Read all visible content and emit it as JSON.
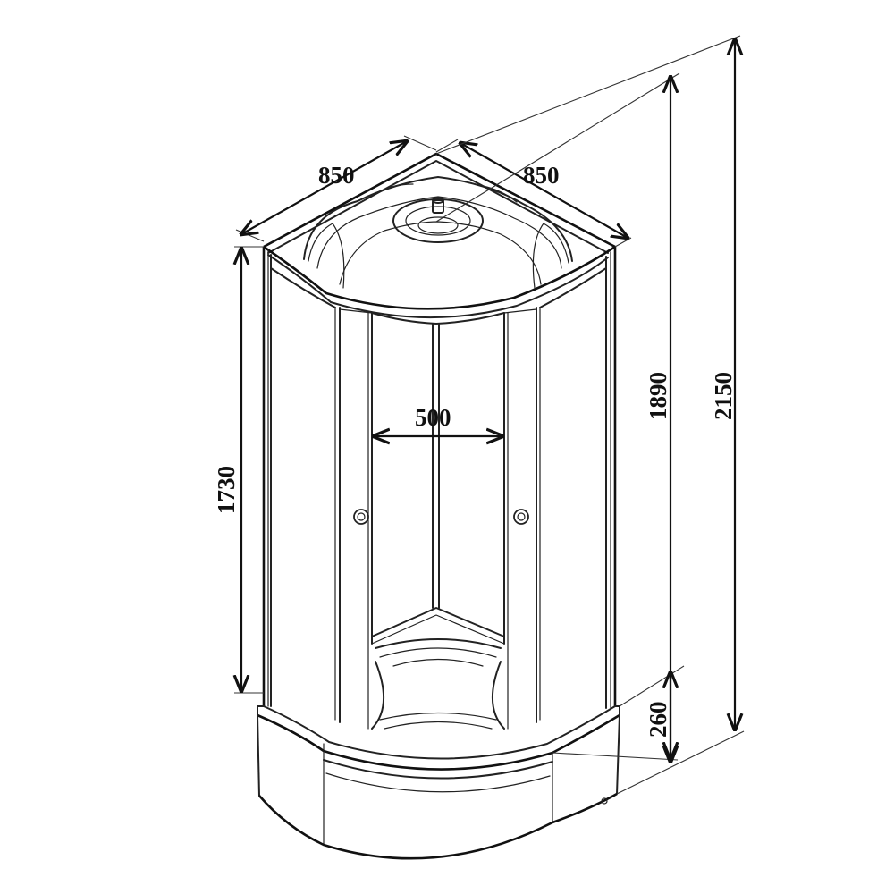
{
  "dimensions": {
    "top_left_width": "850",
    "top_right_width": "850",
    "door_opening": "500",
    "door_height": "1730",
    "height_without_cap": "1890",
    "total_height": "2150",
    "tray_height": "260"
  }
}
